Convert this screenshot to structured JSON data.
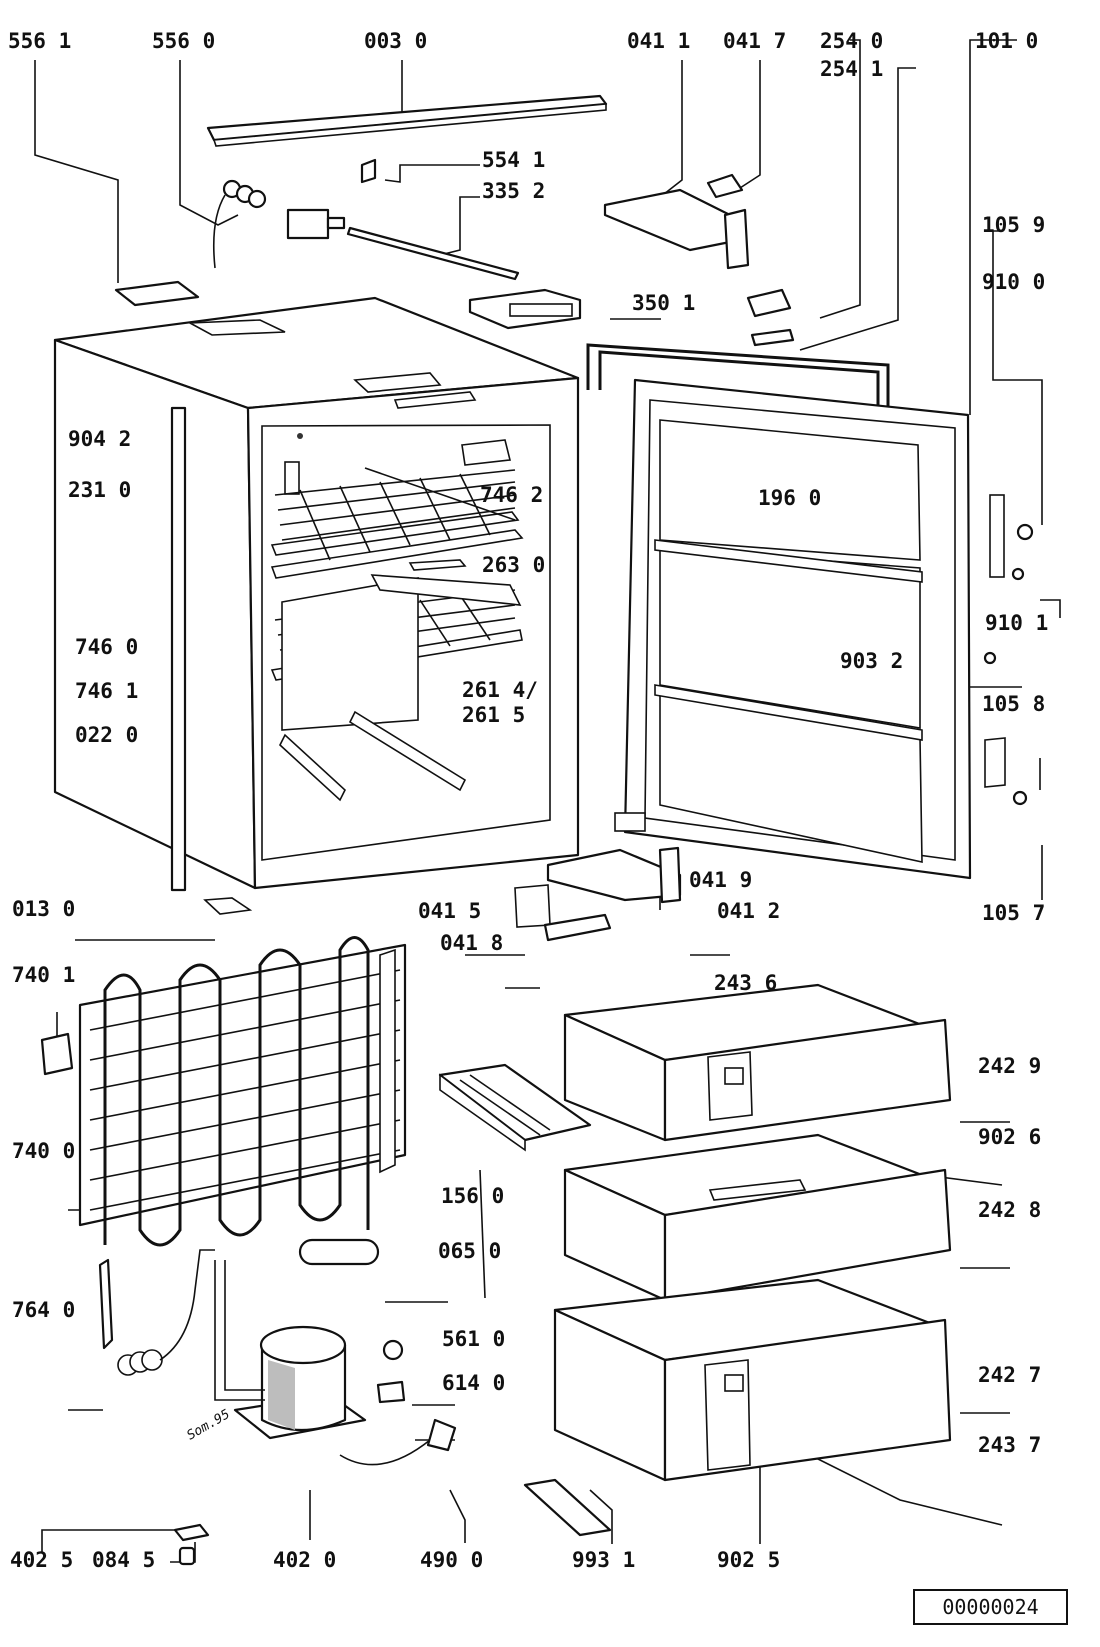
{
  "diagram": {
    "document_number": "00000024",
    "labels": {
      "l5561": "556 1",
      "l5560": "556 0",
      "l0030": "003 0",
      "l0411": "041 1",
      "l0417": "041 7",
      "l2540": "254 0",
      "l2541": "254 1",
      "l1010": "101 0",
      "l5541": "554 1",
      "l3352": "335 2",
      "l1059": "105 9",
      "l9100": "910 0",
      "l3501": "350 1",
      "l9042": "904 2",
      "l2310": "231 0",
      "l7462": "746 2",
      "l1960": "196 0",
      "l2630": "263 0",
      "l9101": "910 1",
      "l7460": "746 0",
      "l9032": "903 2",
      "l2614": "261 4/",
      "l7461": "746 1",
      "l2615": "261 5",
      "l1058": "105 8",
      "l0220": "022 0",
      "l1057": "105 7",
      "l0419": "041 9",
      "l0130": "013 0",
      "l0415": "041 5",
      "l0412": "041 2",
      "l0418": "041 8",
      "l7401": "740 1",
      "l2436": "243 6",
      "l2429": "242 9",
      "l9026": "902 6",
      "l7400": "740 0",
      "l1560": "156 0",
      "l2428": "242 8",
      "l0650": "065 0",
      "l7640": "764 0",
      "l5610": "561 0",
      "l6140": "614 0",
      "l2427": "242 7",
      "l2437": "243 7",
      "l4025": "402 5",
      "l0845": "084 5",
      "l4020": "402 0",
      "l4900": "490 0",
      "l9931": "993 1",
      "l9025": "902 5",
      "stamp": "Som.95"
    }
  }
}
